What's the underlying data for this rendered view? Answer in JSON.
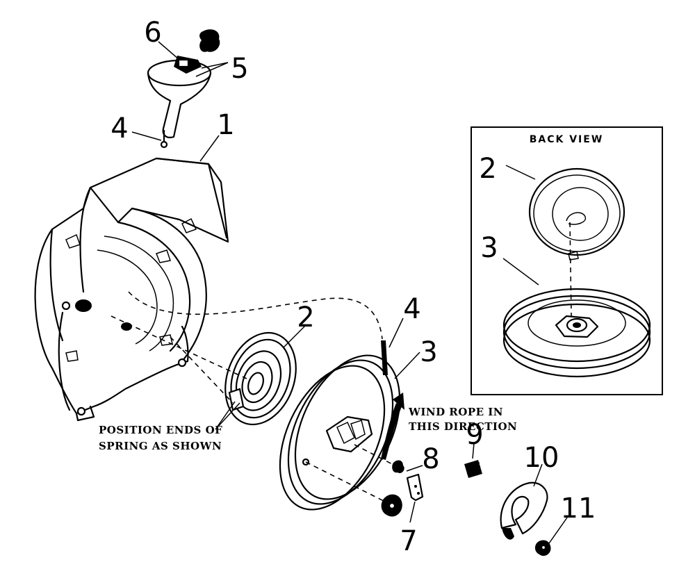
{
  "callouts": {
    "c1": "1",
    "c2": "2",
    "c3": "3",
    "c4": "4",
    "c5": "5",
    "c6": "6",
    "c7": "7",
    "c8": "8",
    "c9": "9",
    "c10": "10",
    "c11": "11"
  },
  "back_view": {
    "title": "BACK VIEW",
    "c2": "2",
    "c3": "3"
  },
  "captions": {
    "spring_line1": "POSITION ENDS OF",
    "spring_line2": "SPRING AS SHOWN",
    "wind_line1": "WIND ROPE IN",
    "wind_line2": "THIS DIRECTION"
  }
}
